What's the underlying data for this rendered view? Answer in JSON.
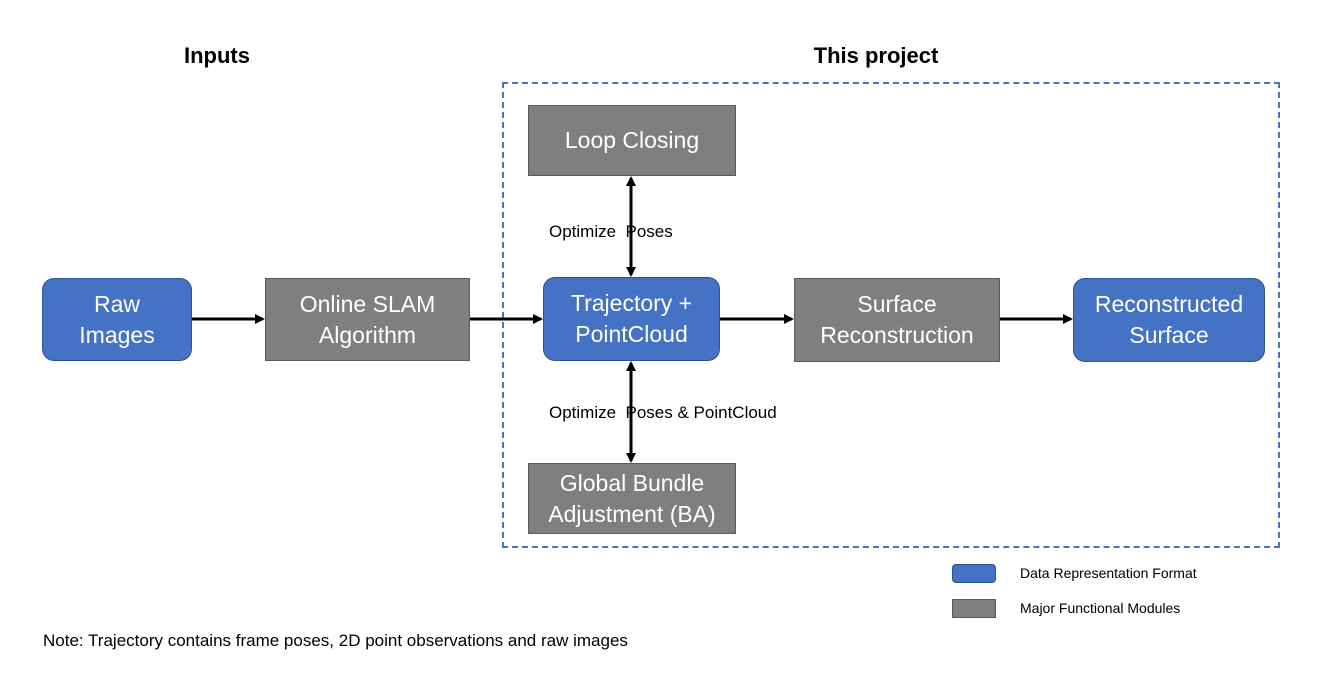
{
  "headings": {
    "inputs": "Inputs",
    "this_project": "This project"
  },
  "nodes": {
    "raw_images": "Raw\nImages",
    "online_slam": "Online SLAM\nAlgorithm",
    "trajectory_pointcloud": "Trajectory +\nPointCloud",
    "surface_reconstruction": "Surface\nReconstruction",
    "reconstructed_surface": "Reconstructed\nSurface",
    "loop_closing": "Loop Closing",
    "global_ba": "Global Bundle\nAdjustment (BA)"
  },
  "edge_labels": {
    "optimize_poses": "Optimize  Poses",
    "optimize_poses_pointcloud": "Optimize  Poses & PointCloud"
  },
  "legend": {
    "data_representation": "Data Representation Format",
    "functional_modules": "Major Functional Modules"
  },
  "note": "Note: Trajectory contains frame poses, 2D point observations and raw images",
  "colors": {
    "data_representation": "#4472C4",
    "functional_module": "#7F7F7F",
    "project_border": "#4472C4"
  }
}
